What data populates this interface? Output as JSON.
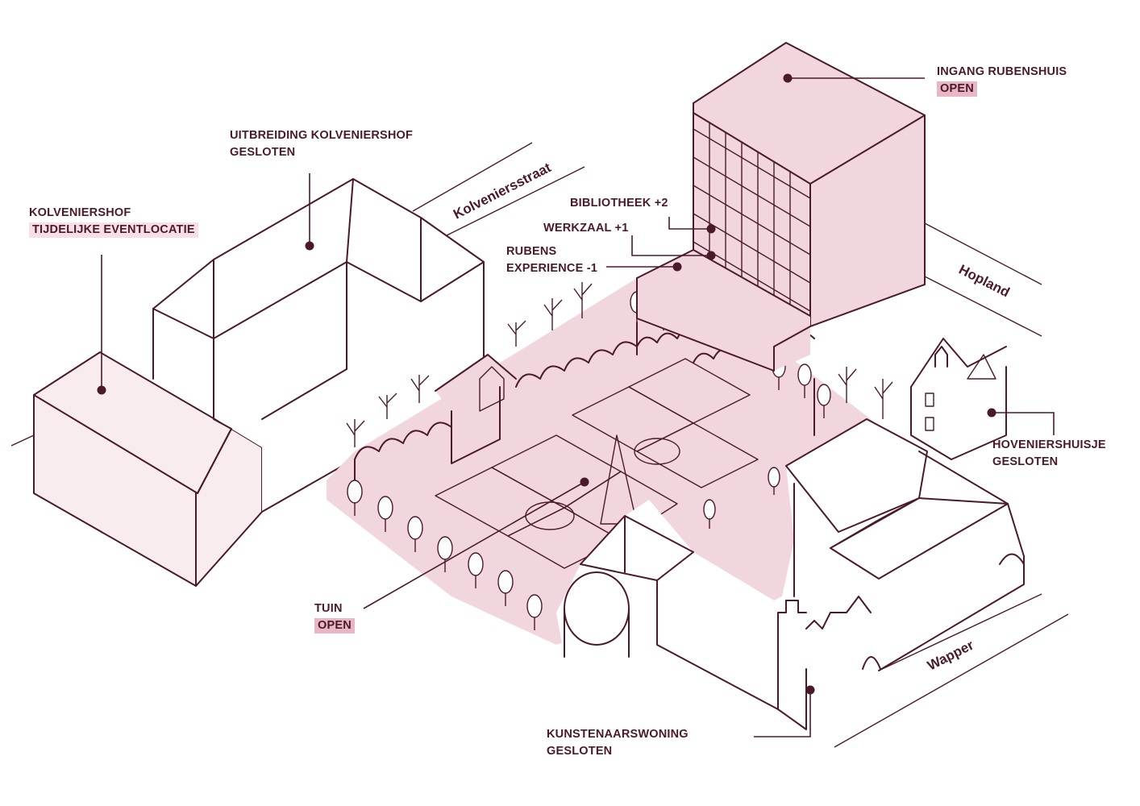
{
  "colors": {
    "ink": "#4a1a2b",
    "open_zone": "#f2d6dd",
    "closed_zone": "#f9ecef",
    "open_badge": "#e9b6c3",
    "event_badge": "#f7dfe5"
  },
  "streets": {
    "kolveniersstraat": "Kolveniersstraat",
    "hopland": "Hopland",
    "wapper": "Wapper"
  },
  "locations": {
    "ingang_rubenshuis": {
      "name": "INGANG RUBENSHUIS",
      "status": "OPEN",
      "icon": "location-dot-icon"
    },
    "uitbreiding_kolveniershof": {
      "name": "UITBREIDING KOLVENIERSHOF",
      "status": "GESLOTEN",
      "icon": "location-dot-icon"
    },
    "kolveniershof": {
      "name": "KOLVENIERSHOF",
      "status": "TIJDELIJKE EVENTLOCATIE",
      "icon": "location-dot-icon"
    },
    "bibliotheek": {
      "name": "BIBLIOTHEEK +2",
      "icon": "location-dot-icon"
    },
    "werkzaal": {
      "name": "WERKZAAL +1",
      "icon": "location-dot-icon"
    },
    "rubens_experience": {
      "name_line1": "RUBENS",
      "name_line2": "EXPERIENCE -1",
      "icon": "location-dot-icon"
    },
    "hoveniershuisje": {
      "name": "HOVENIERSHUISJE",
      "status": "GESLOTEN",
      "icon": "location-dot-icon"
    },
    "tuin": {
      "name": "TUIN",
      "status": "OPEN",
      "icon": "location-dot-icon"
    },
    "kunstenaarswoning": {
      "name": "KUNSTENAARSWONING",
      "status": "GESLOTEN",
      "icon": "location-dot-icon"
    }
  }
}
